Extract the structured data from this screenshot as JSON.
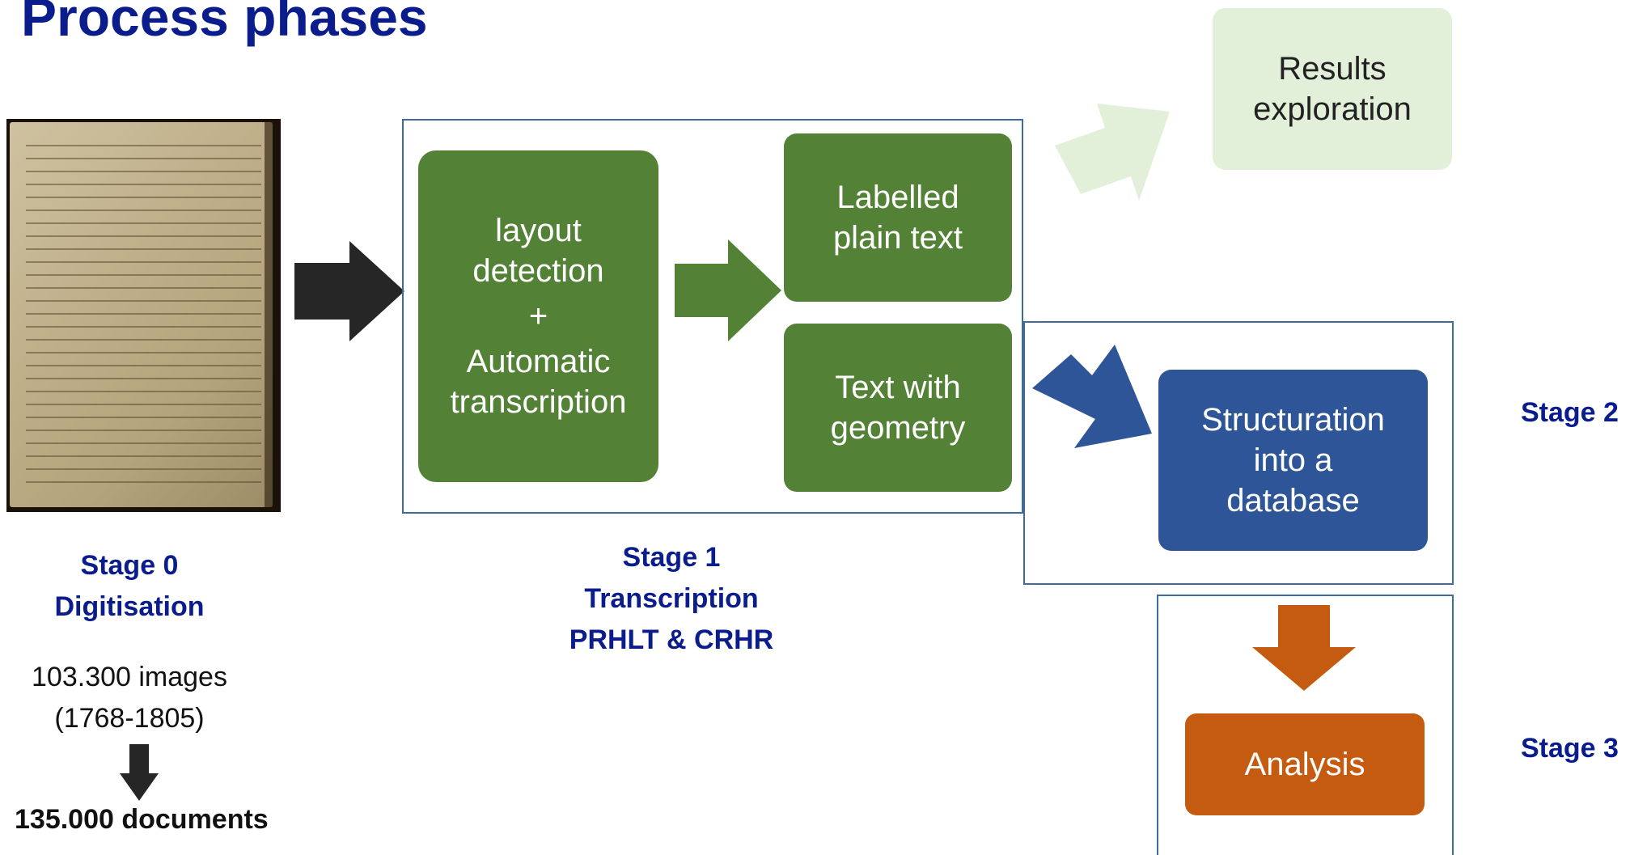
{
  "title": "Process phases",
  "stage0": {
    "heading": "Stage 0",
    "name": "Digitisation",
    "images_count": "103.300 images",
    "years": "(1768-1805)",
    "documents": "135.000 documents"
  },
  "stage1": {
    "heading": "Stage 1",
    "name": "Transcription",
    "teams": "PRHLT & CRHR",
    "box_layout_line1": "layout",
    "box_layout_line2": "detection",
    "box_plus": "+",
    "box_auto_line1": "Automatic",
    "box_auto_line2": "transcription",
    "labelled_line1": "Labelled",
    "labelled_line2": "plain text",
    "geometry_line1": "Text with",
    "geometry_line2": "geometry"
  },
  "stage2": {
    "label": "Stage 2",
    "box_line1": "Structuration",
    "box_line2": "into a",
    "box_line3": "database"
  },
  "stage3": {
    "label": "Stage 3",
    "box": "Analysis"
  },
  "results": {
    "line1": "Results",
    "line2": "exploration"
  },
  "colors": {
    "title": "#0b1d8c",
    "green": "#538135",
    "blue": "#2e5597",
    "orange": "#c55a11",
    "light_green": "#e2efd9",
    "frame": "#3e6a9e",
    "dark_arrow": "#262626"
  }
}
